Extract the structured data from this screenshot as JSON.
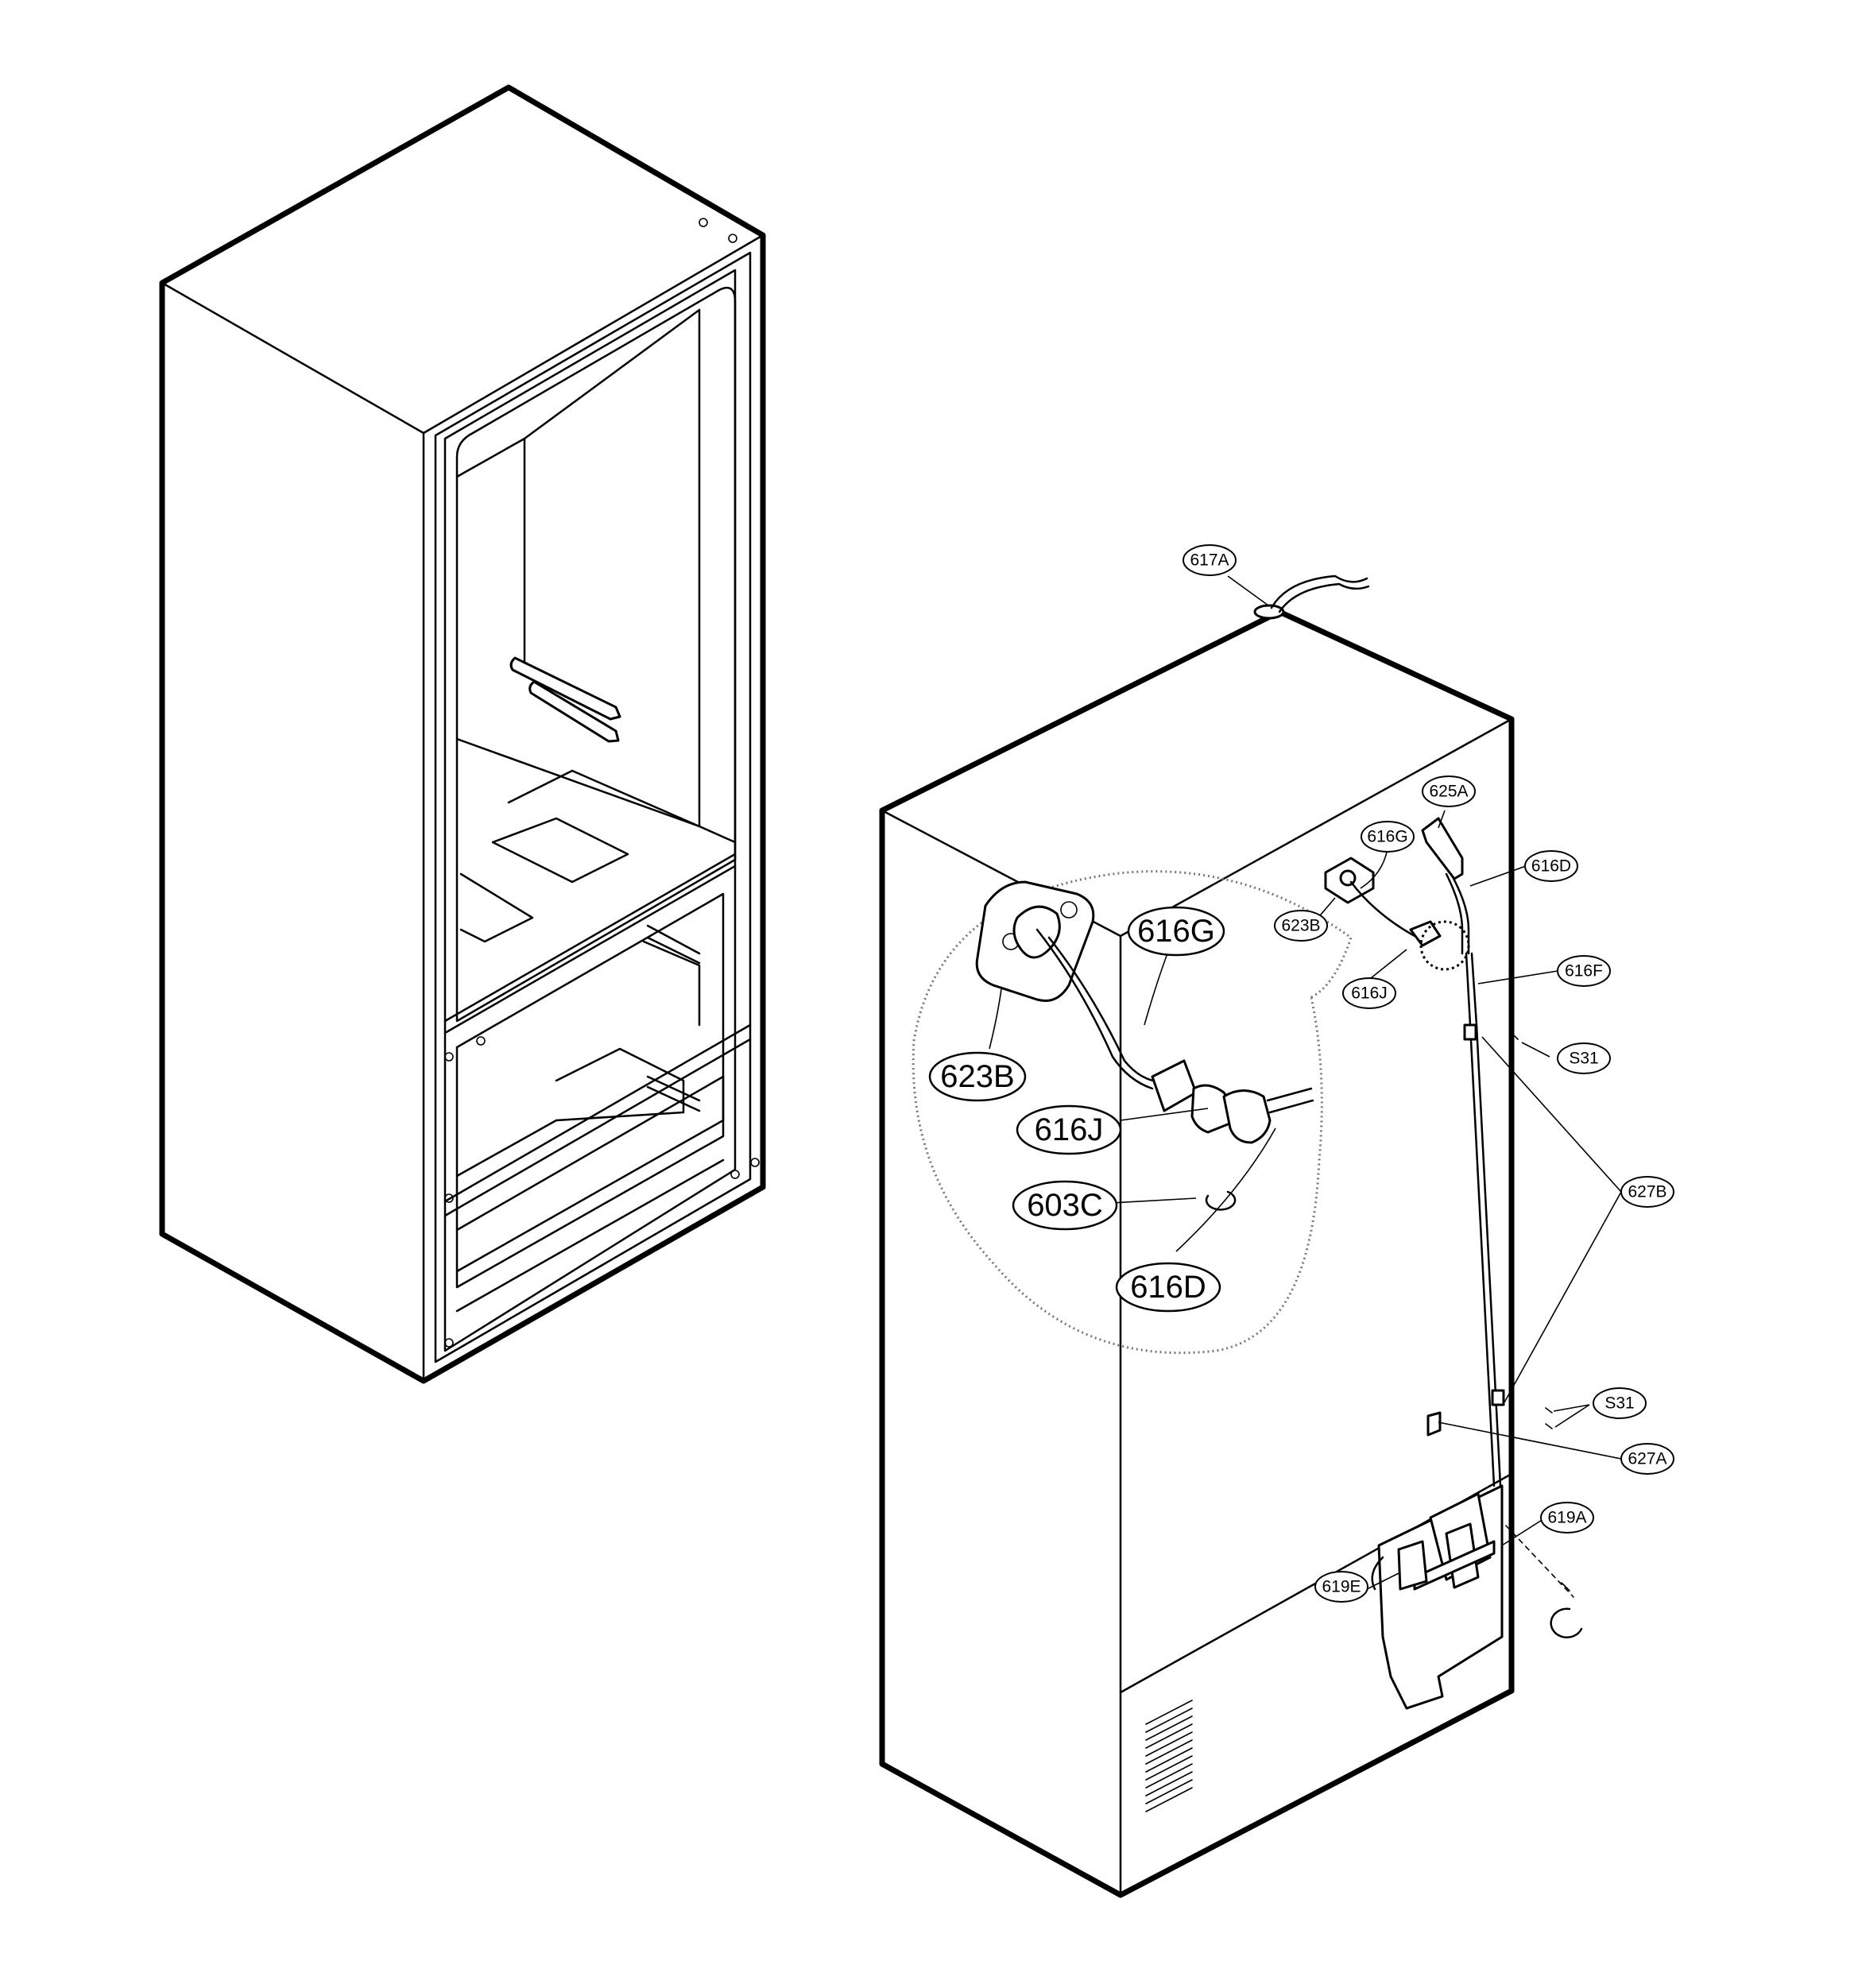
{
  "diagram": {
    "callouts": {
      "detail_616G": "616G",
      "detail_623B": "623B",
      "detail_616J": "616J",
      "detail_603C": "603C",
      "detail_616D": "616D",
      "c617A": "617A",
      "c625A": "625A",
      "c616G": "616G",
      "c616D": "616D",
      "c623B": "623B",
      "c616J": "616J",
      "c616F": "616F",
      "cS31_top": "S31",
      "c627B": "627B",
      "cS31_bottom": "S31",
      "c627A": "627A",
      "c619A": "619A",
      "c619E": "619E"
    }
  }
}
